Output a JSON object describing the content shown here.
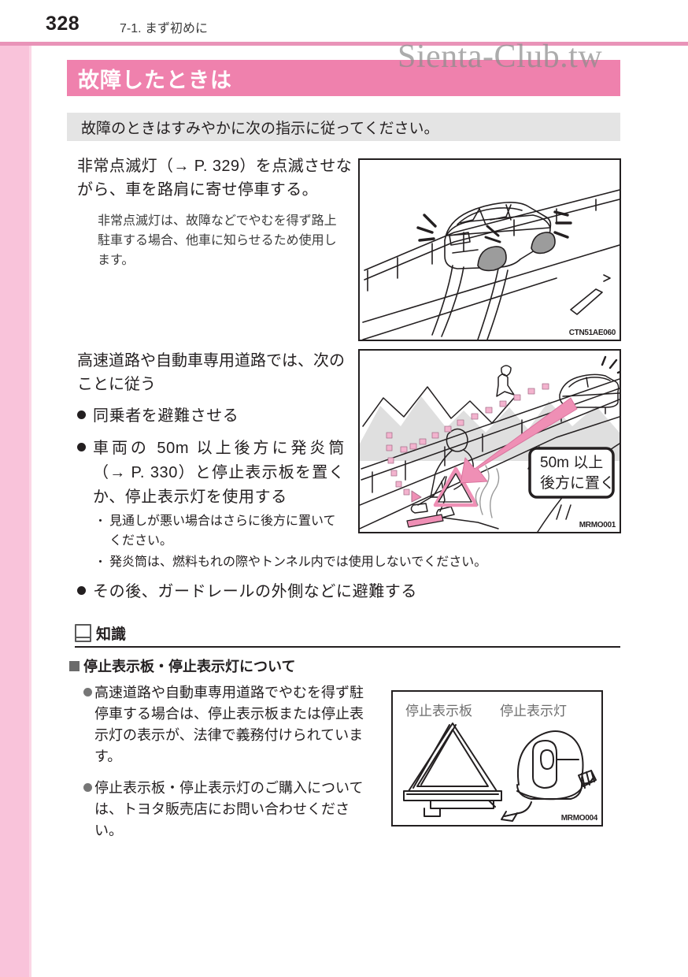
{
  "header": {
    "page_number": "328",
    "section": "7-1. まず初めに"
  },
  "watermark": "Sienta-Club.tw",
  "title_bar": {
    "title": "故障したときは"
  },
  "subtitle_bar": {
    "text": "故障のときはすみやかに次の指示に従ってください。"
  },
  "step1": {
    "instruction": "非常点滅灯（→ P. 329）を点滅させながら、車を路肩に寄せ停車する。",
    "note": "非常点滅灯は、故障などでやむを得ず路上駐車する場合、他車に知らせるため使用します。"
  },
  "step2": {
    "intro": "高速道路や自動車専用道路では、次のことに従う",
    "bullets": [
      "同乗者を避難させる",
      "車両の 50m 以上後方に発炎筒（→ P. 330）と停止表示板を置くか、停止表示灯を使用する",
      "その後、ガードレールの外側などに避難する"
    ],
    "subbullets": [
      "見通しが悪い場合はさらに後方に置いてください。",
      "発炎筒は、燃料もれの際やトンネル内では使用しないでください。"
    ],
    "subbullet_mark": "・"
  },
  "figures": {
    "top": {
      "code": "CTN51AE060"
    },
    "middle": {
      "code": "MRMO001",
      "callout_line1": "50m 以上",
      "callout_line2": "後方に置く"
    },
    "bottom": {
      "code": "MRMO004",
      "label_left": "停止表示板",
      "label_right": "停止表示灯"
    }
  },
  "knowledge": {
    "heading": "知識",
    "subheading": "停止表示板・停止表示灯について",
    "bullets": [
      "高速道路や自動車専用道路でやむを得ず駐停車する場合は、停止表示板または停止表示灯の表示が、法律で義務付けられています。",
      "停止表示板・停止表示灯のご購入については、トヨタ販売店にお問い合わせください。"
    ]
  },
  "colors": {
    "accent_pink": "#ef81ad",
    "band_pink": "#f9c3da",
    "rule_pink": "#e993b8",
    "subtitle_gray": "#e4e4e4",
    "text": "#231f20"
  }
}
